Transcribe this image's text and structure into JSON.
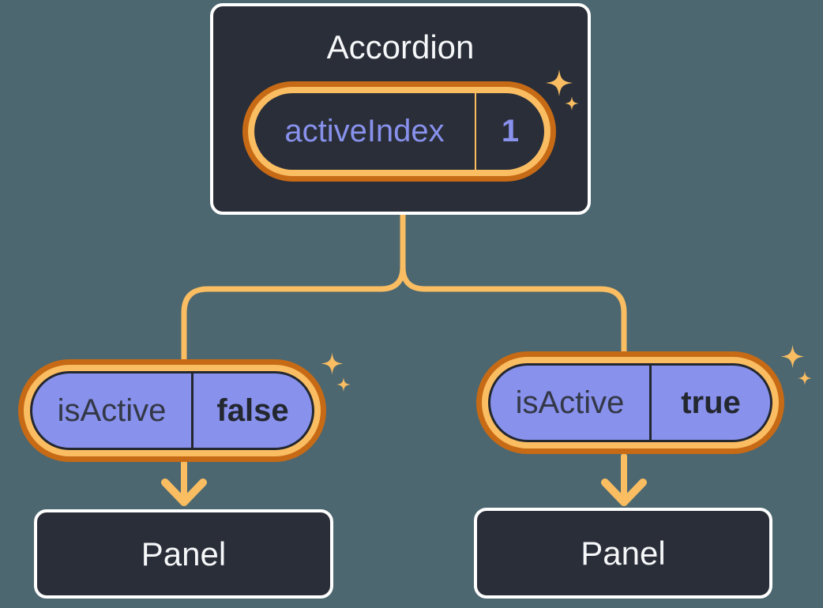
{
  "diagram": {
    "description": "State tree: Accordion component owns activeIndex state and passes isActive props down to two Panel components",
    "root": {
      "title": "Accordion",
      "state": {
        "name": "activeIndex",
        "value": "1"
      }
    },
    "branches": [
      {
        "prop": {
          "name": "isActive",
          "value": "false"
        },
        "target": {
          "title": "Panel"
        }
      },
      {
        "prop": {
          "name": "isActive",
          "value": "true"
        },
        "target": {
          "title": "Panel"
        }
      }
    ],
    "colors": {
      "background": "#4C6770",
      "node_fill": "#292E38",
      "node_border": "#FFFFFF",
      "node_text": "#F6F7F9",
      "wire": "#FABD62",
      "ring_outer": "#C76A15",
      "ring_inner": "#FABD62",
      "prop_pill_fill": "#8891EC",
      "prop_pill_text": "#23272F",
      "state_text": "#8891EC"
    },
    "icons": [
      "sparkle-icon"
    ]
  }
}
